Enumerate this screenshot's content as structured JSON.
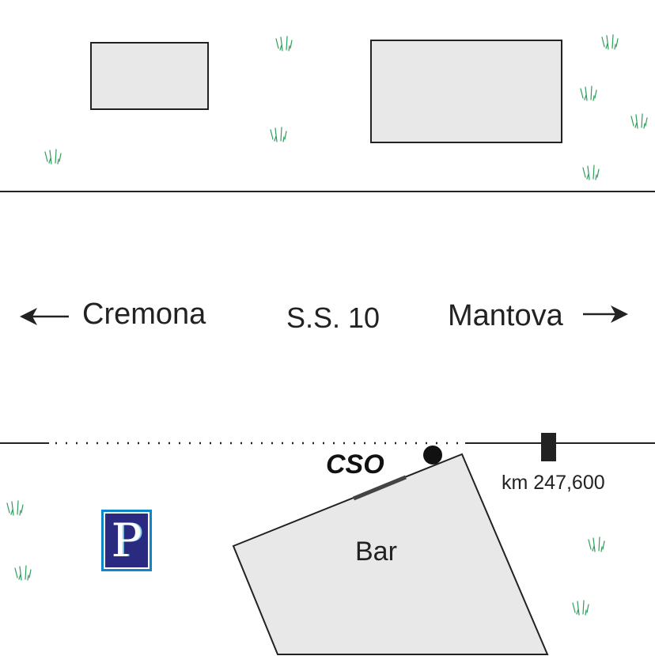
{
  "road": {
    "name": "S.S. 10",
    "west_destination": "Cremona",
    "east_destination": "Mantova",
    "west_arrow_icon": "arrow-left-icon",
    "east_arrow_icon": "arrow-right-icon"
  },
  "labels": {
    "bar": "Bar",
    "cso": "CSO",
    "km_marker": "km 247,600",
    "parking": "P"
  },
  "icons": {
    "parking": "parking-sign-icon",
    "grass": "grass-tuft-icon",
    "km_post": "kilometre-post-icon",
    "cso_point": "cso-point-icon"
  },
  "colors": {
    "building_fill": "#e8e8e8",
    "outline": "#222222",
    "grass": "#2e9e5b",
    "parking_border": "#0c87c8",
    "parking_fill": "#2a2a80"
  }
}
